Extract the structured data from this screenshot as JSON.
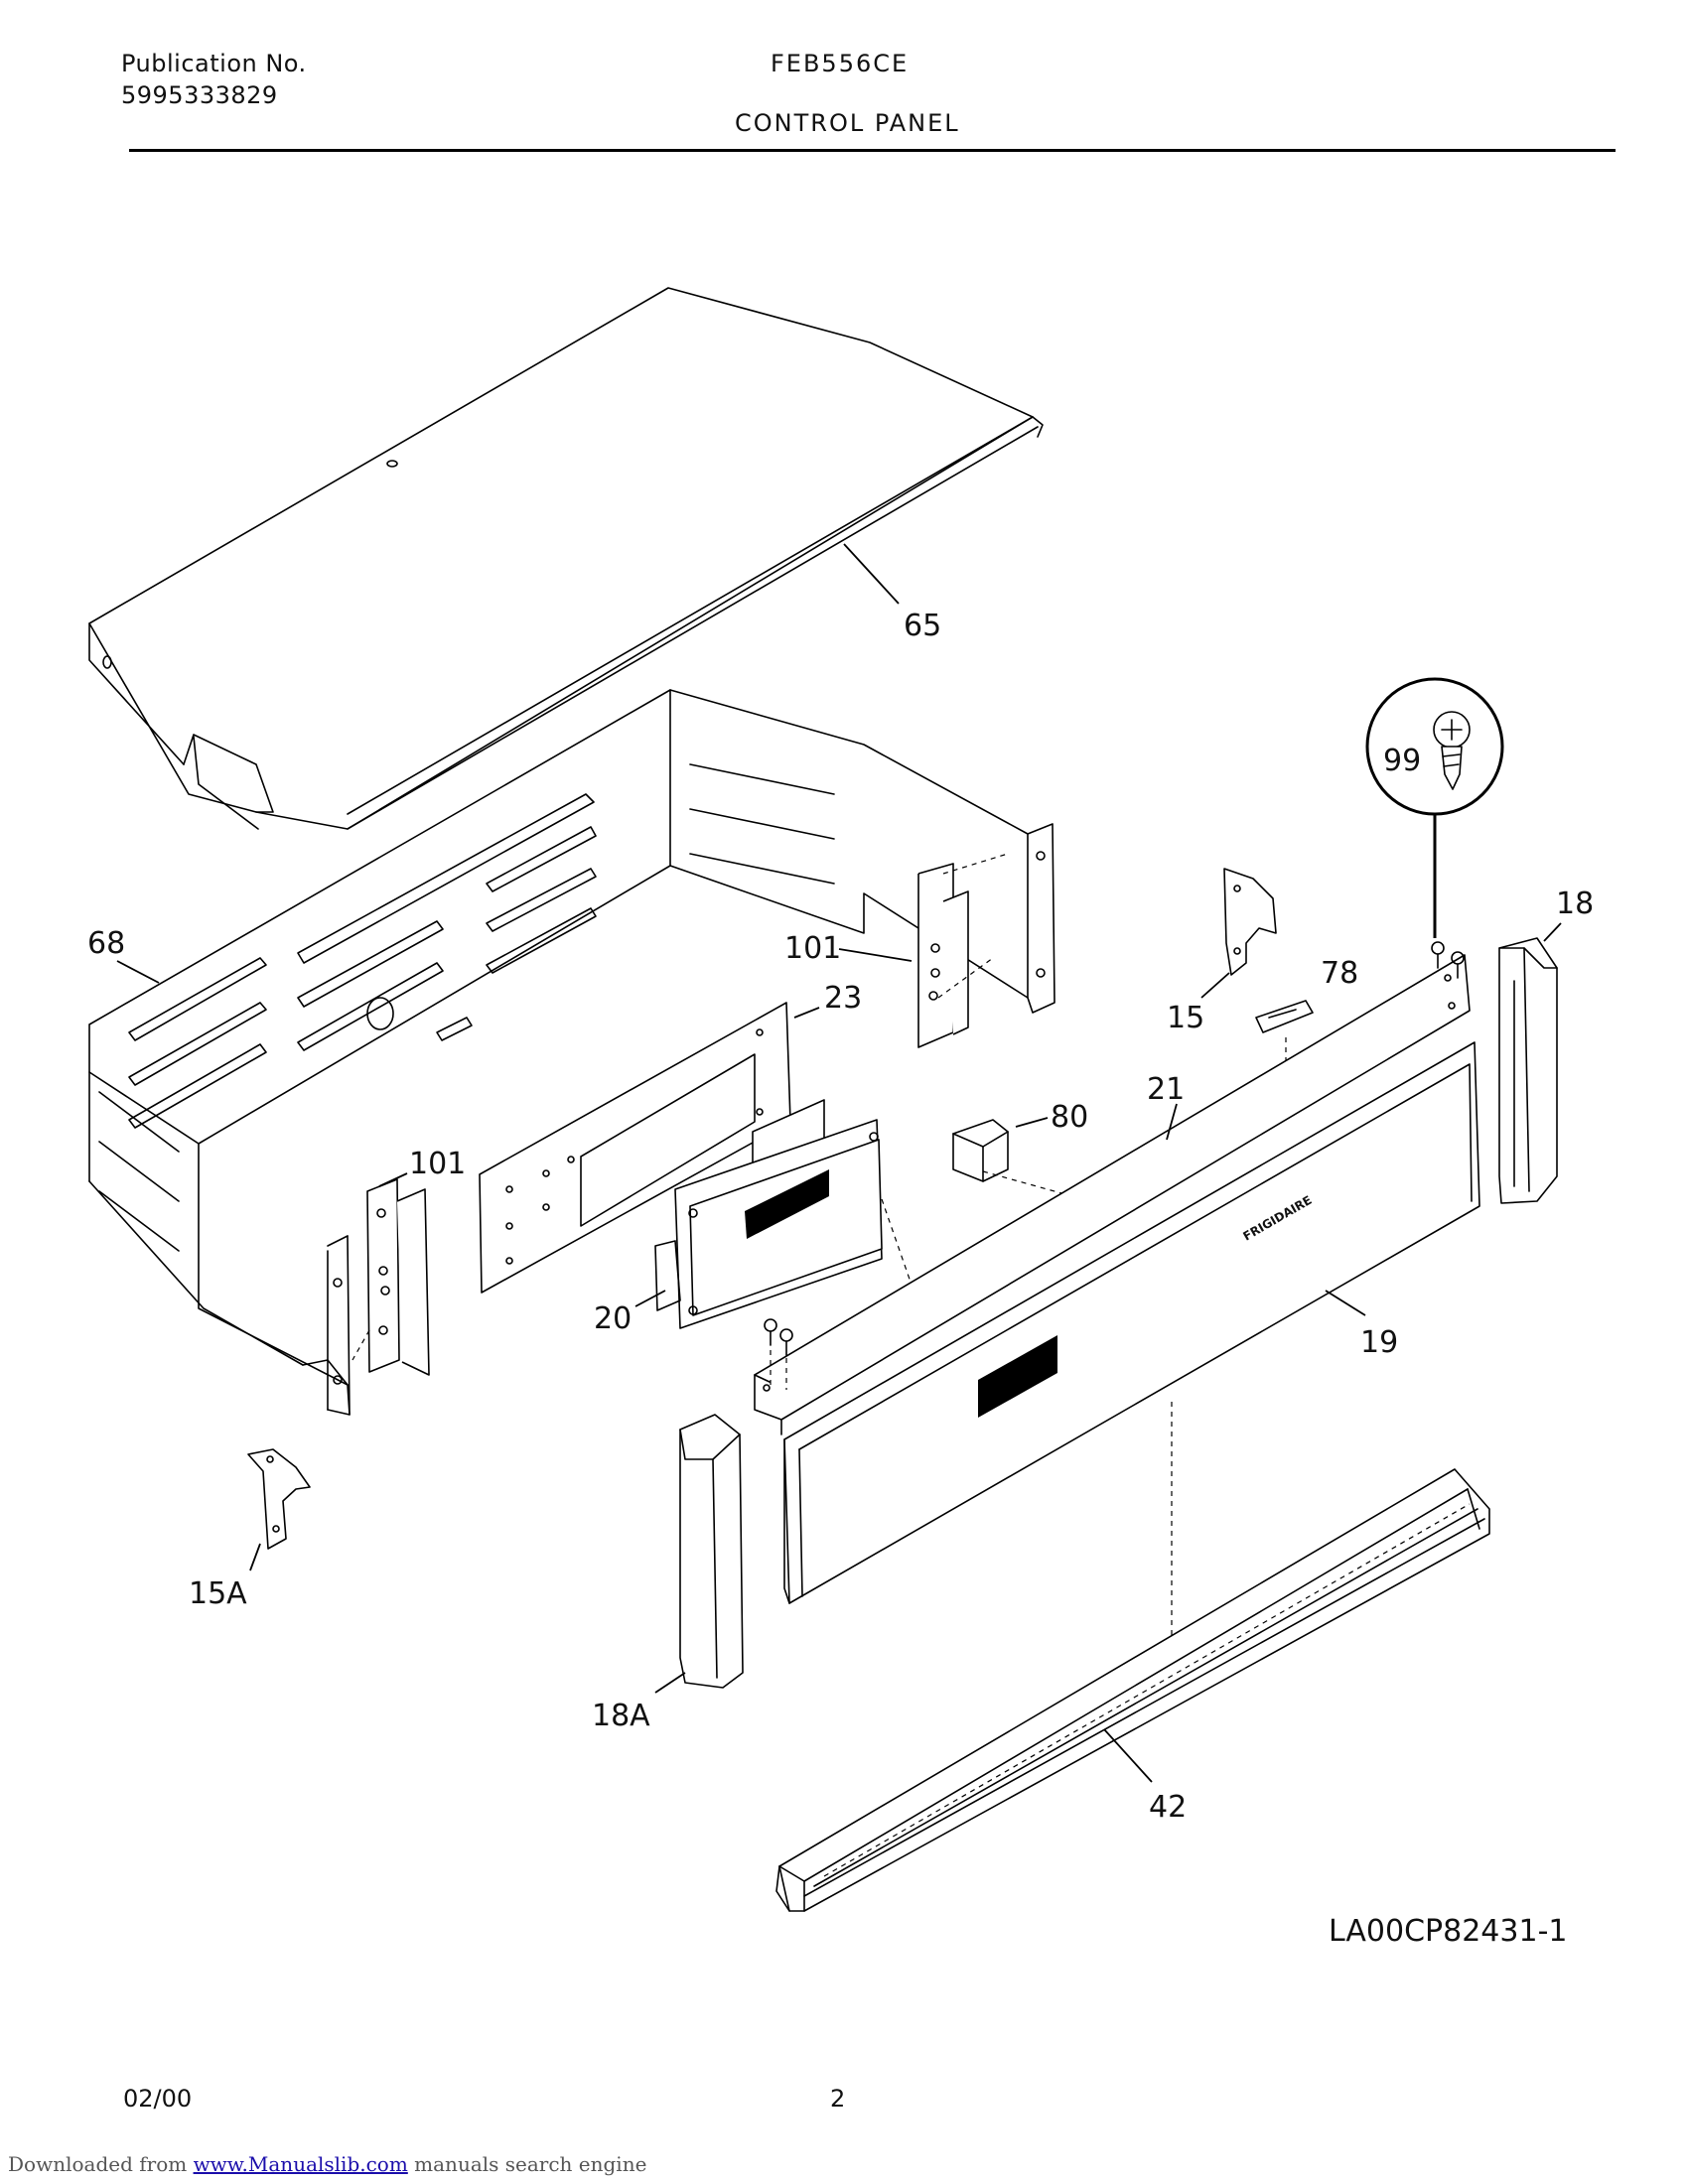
{
  "header": {
    "publication_label": "Publication No.",
    "publication_number": "5995333829",
    "model": "FEB556CE",
    "section_title": "CONTROL PANEL"
  },
  "diagram": {
    "part_labels": {
      "p65": "65",
      "p68": "68",
      "p101a": "101",
      "p23": "23",
      "p99": "99",
      "p18": "18",
      "p78": "78",
      "p15": "15",
      "p21": "21",
      "p80": "80",
      "p101b": "101",
      "p20": "20",
      "p19": "19",
      "p15A": "15A",
      "p18A": "18A",
      "p42": "42"
    },
    "brand_mark": "FRIGIDAIRE",
    "drawing_id": "LA00CP82431-1"
  },
  "footer": {
    "date": "02/00",
    "page": "2",
    "download_prefix": "Downloaded from ",
    "download_link": "www.Manualslib.com",
    "download_suffix": " manuals search engine"
  }
}
